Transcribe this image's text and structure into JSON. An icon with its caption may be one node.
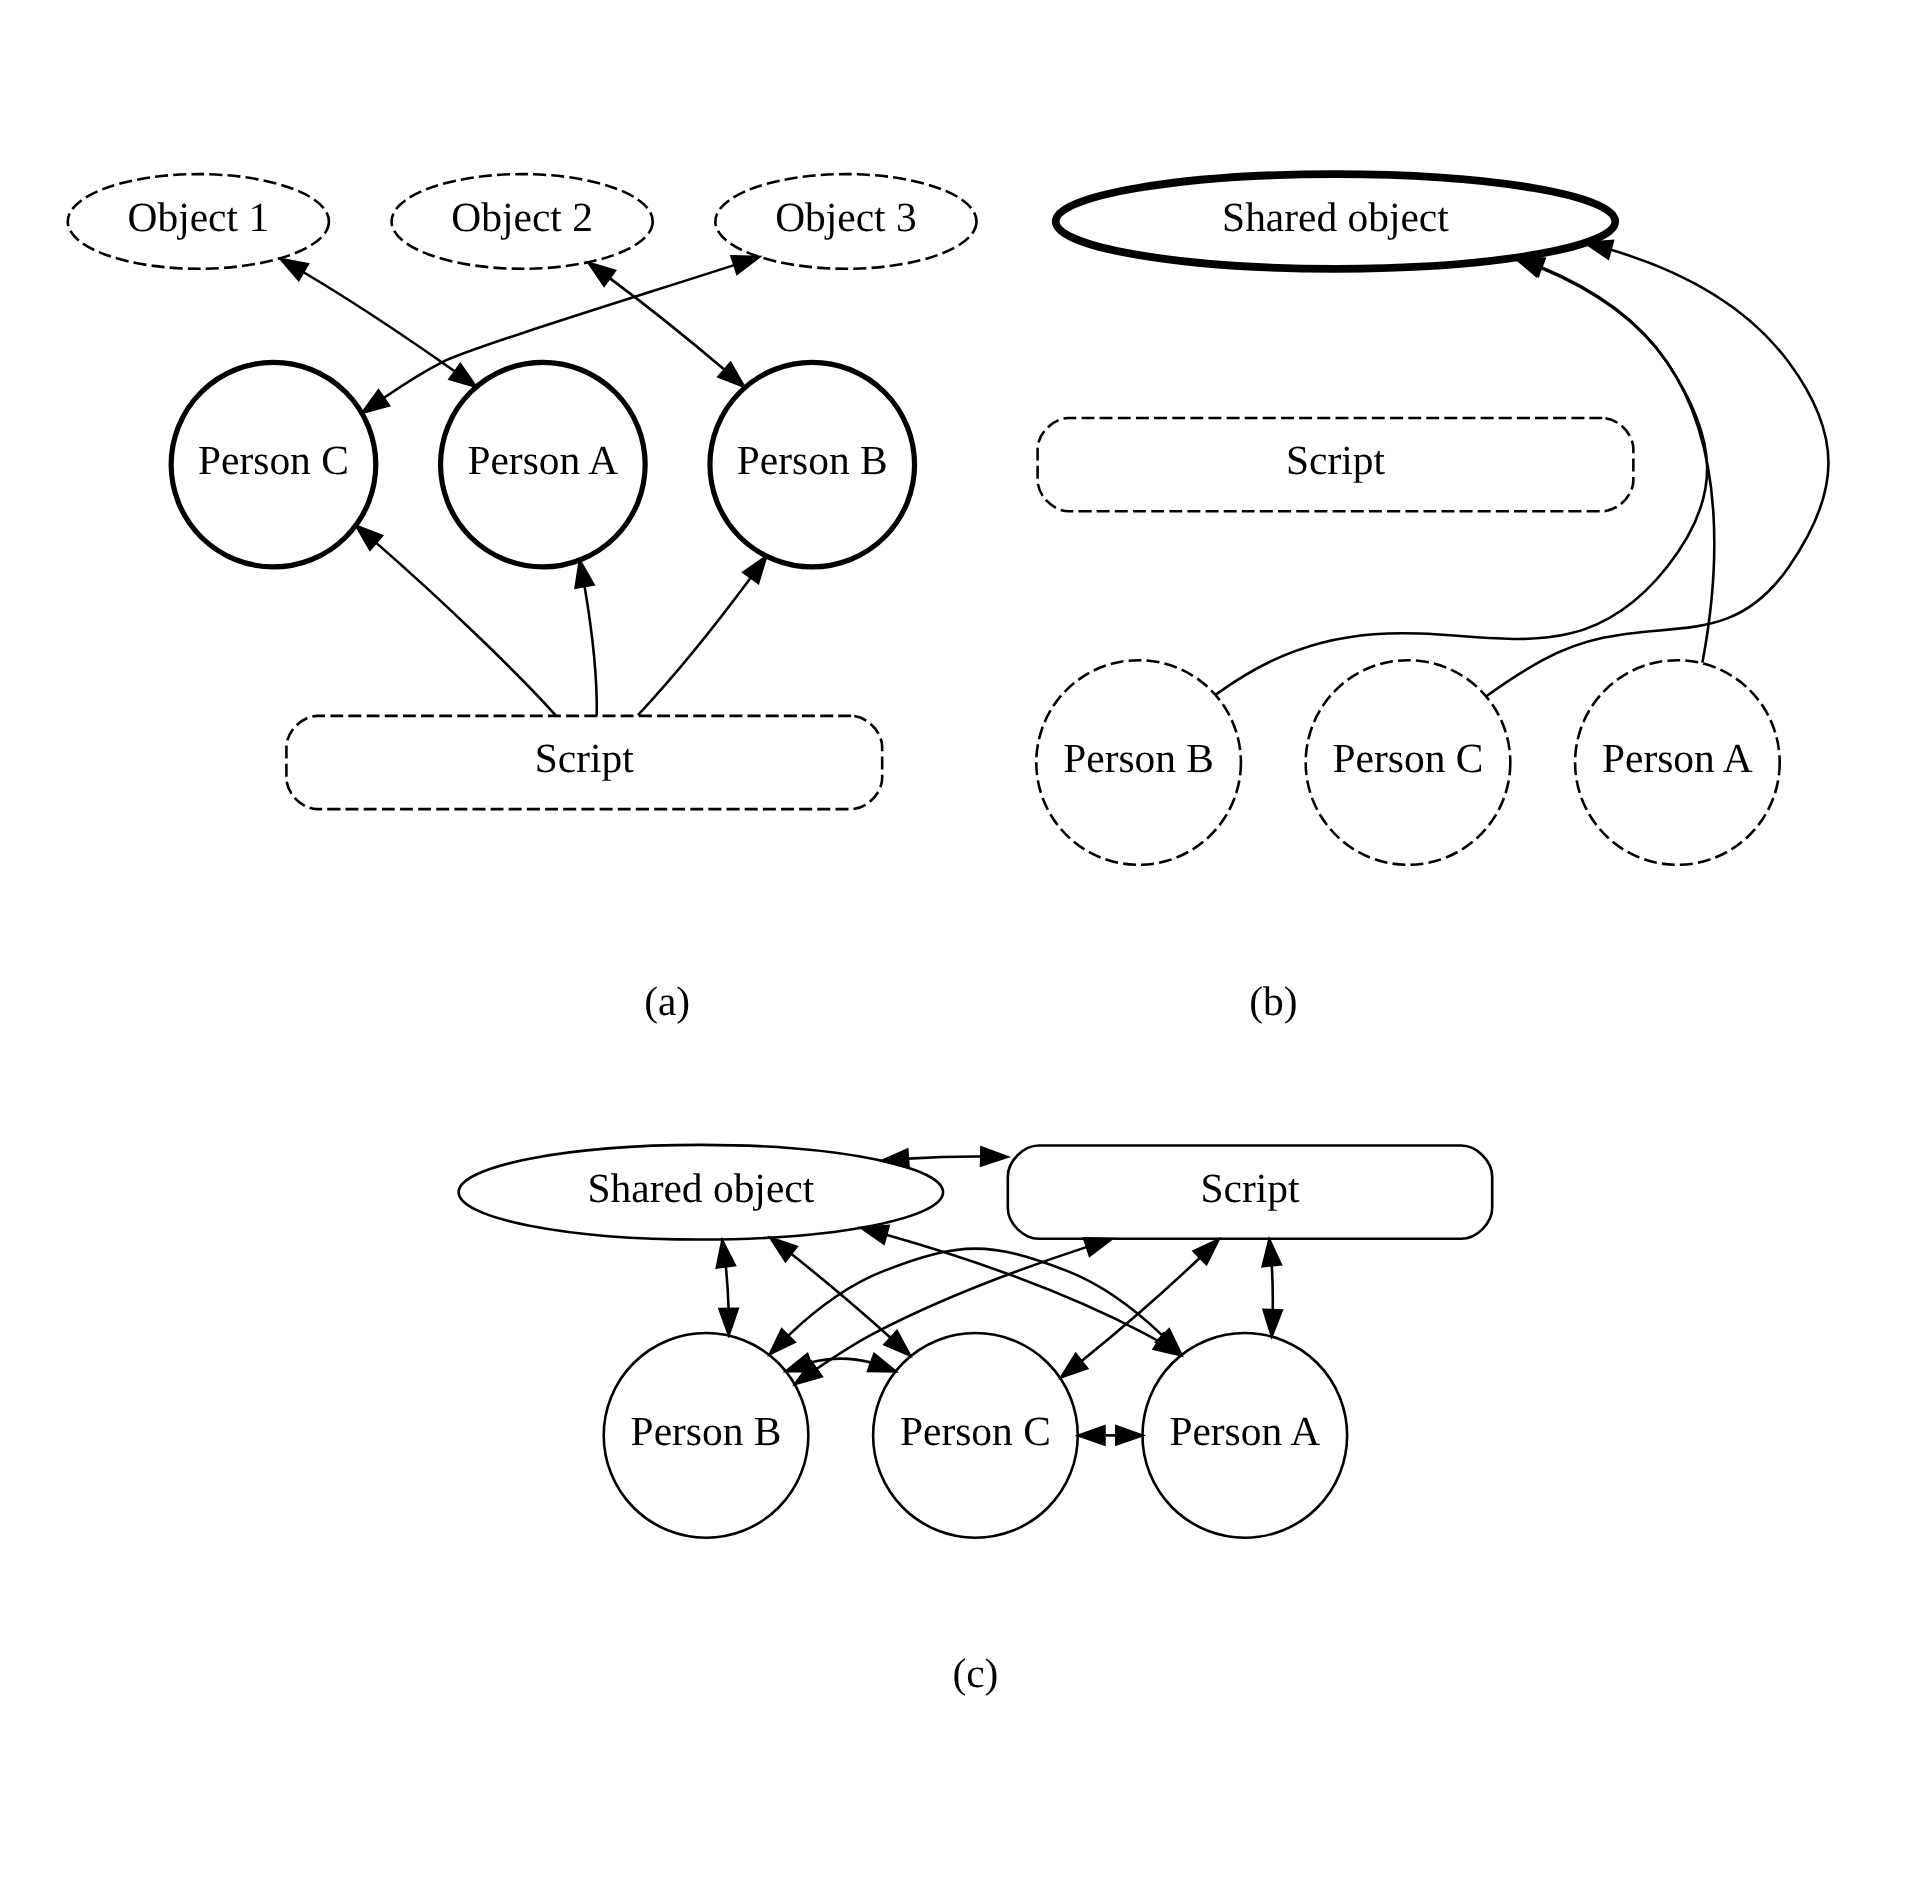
{
  "diagram": {
    "nodes": [
      {
        "text": [
          "Object 1"
        ]
      },
      {
        "text": [
          "Object 2"
        ]
      },
      {
        "text": [
          "Object 3"
        ]
      },
      {
        "text": [
          "Person A"
        ]
      },
      {
        "text": [
          "Person B"
        ]
      },
      {
        "text": [
          "Person C"
        ]
      },
      {
        "text": [
          "Script"
        ]
      },
      {
        "text": [
          "Shared object"
        ]
      },
      {
        "text": [
          "Script"
        ]
      },
      {
        "text": [
          "Person A"
        ]
      },
      {
        "text": [
          "Person B"
        ]
      },
      {
        "text": [
          "Person C"
        ]
      },
      {
        "text": [
          "Shared object"
        ]
      },
      {
        "text": [
          "Script"
        ]
      },
      {
        "text": [
          "Person A"
        ]
      },
      {
        "text": [
          "Person B"
        ]
      },
      {
        "text": [
          "Person C"
        ]
      }
    ],
    "edges": [
      {
        "from": 0,
        "to": 3,
        "arrow": "both"
      },
      {
        "from": 1,
        "to": 4,
        "arrow": "both"
      },
      {
        "from": 2,
        "to": 5,
        "arrow": "both"
      },
      {
        "from": 6,
        "to": 3,
        "arrow": "to"
      },
      {
        "from": 6,
        "to": 4,
        "arrow": "to"
      },
      {
        "from": 6,
        "to": 5,
        "arrow": "to"
      },
      {
        "from": 9,
        "to": 7,
        "arrow": "to"
      },
      {
        "from": 10,
        "to": 7,
        "arrow": "to"
      },
      {
        "from": 11,
        "to": 7,
        "arrow": "to"
      },
      {
        "from": 12,
        "to": 13,
        "arrow": "both"
      },
      {
        "from": 12,
        "to": 14,
        "arrow": "both"
      },
      {
        "from": 12,
        "to": 15,
        "arrow": "both"
      },
      {
        "from": 12,
        "to": 16,
        "arrow": "both"
      },
      {
        "from": 13,
        "to": 14,
        "arrow": "both"
      },
      {
        "from": 13,
        "to": 15,
        "arrow": "both"
      },
      {
        "from": 13,
        "to": 16,
        "arrow": "both"
      },
      {
        "from": 14,
        "to": 15,
        "arrow": "both"
      },
      {
        "from": 15,
        "to": 16,
        "arrow": "both"
      },
      {
        "from": 14,
        "to": 16,
        "arrow": "both"
      }
    ],
    "labels": [
      "(a)",
      "(b)",
      "(c)"
    ]
  }
}
